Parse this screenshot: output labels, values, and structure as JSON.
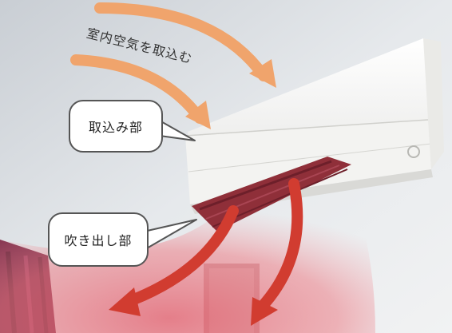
{
  "labels": {
    "intake_air": "室内空気を取込む",
    "intake_part": "取込み部",
    "outlet_part": "吹き出し部"
  },
  "colors": {
    "intake_arrow": "#f0a46c",
    "outlet_arrow": "#d13c30",
    "outflow_glow": "#e8707a",
    "ceiling": "#dfe3e7",
    "wall": "#eceef0",
    "ac_body": "#f6f6f4",
    "louver": "#8f2f39",
    "curtain": "#8a3350"
  },
  "icons": [
    "intake-arrow",
    "outlet-arrow",
    "air-conditioner"
  ]
}
